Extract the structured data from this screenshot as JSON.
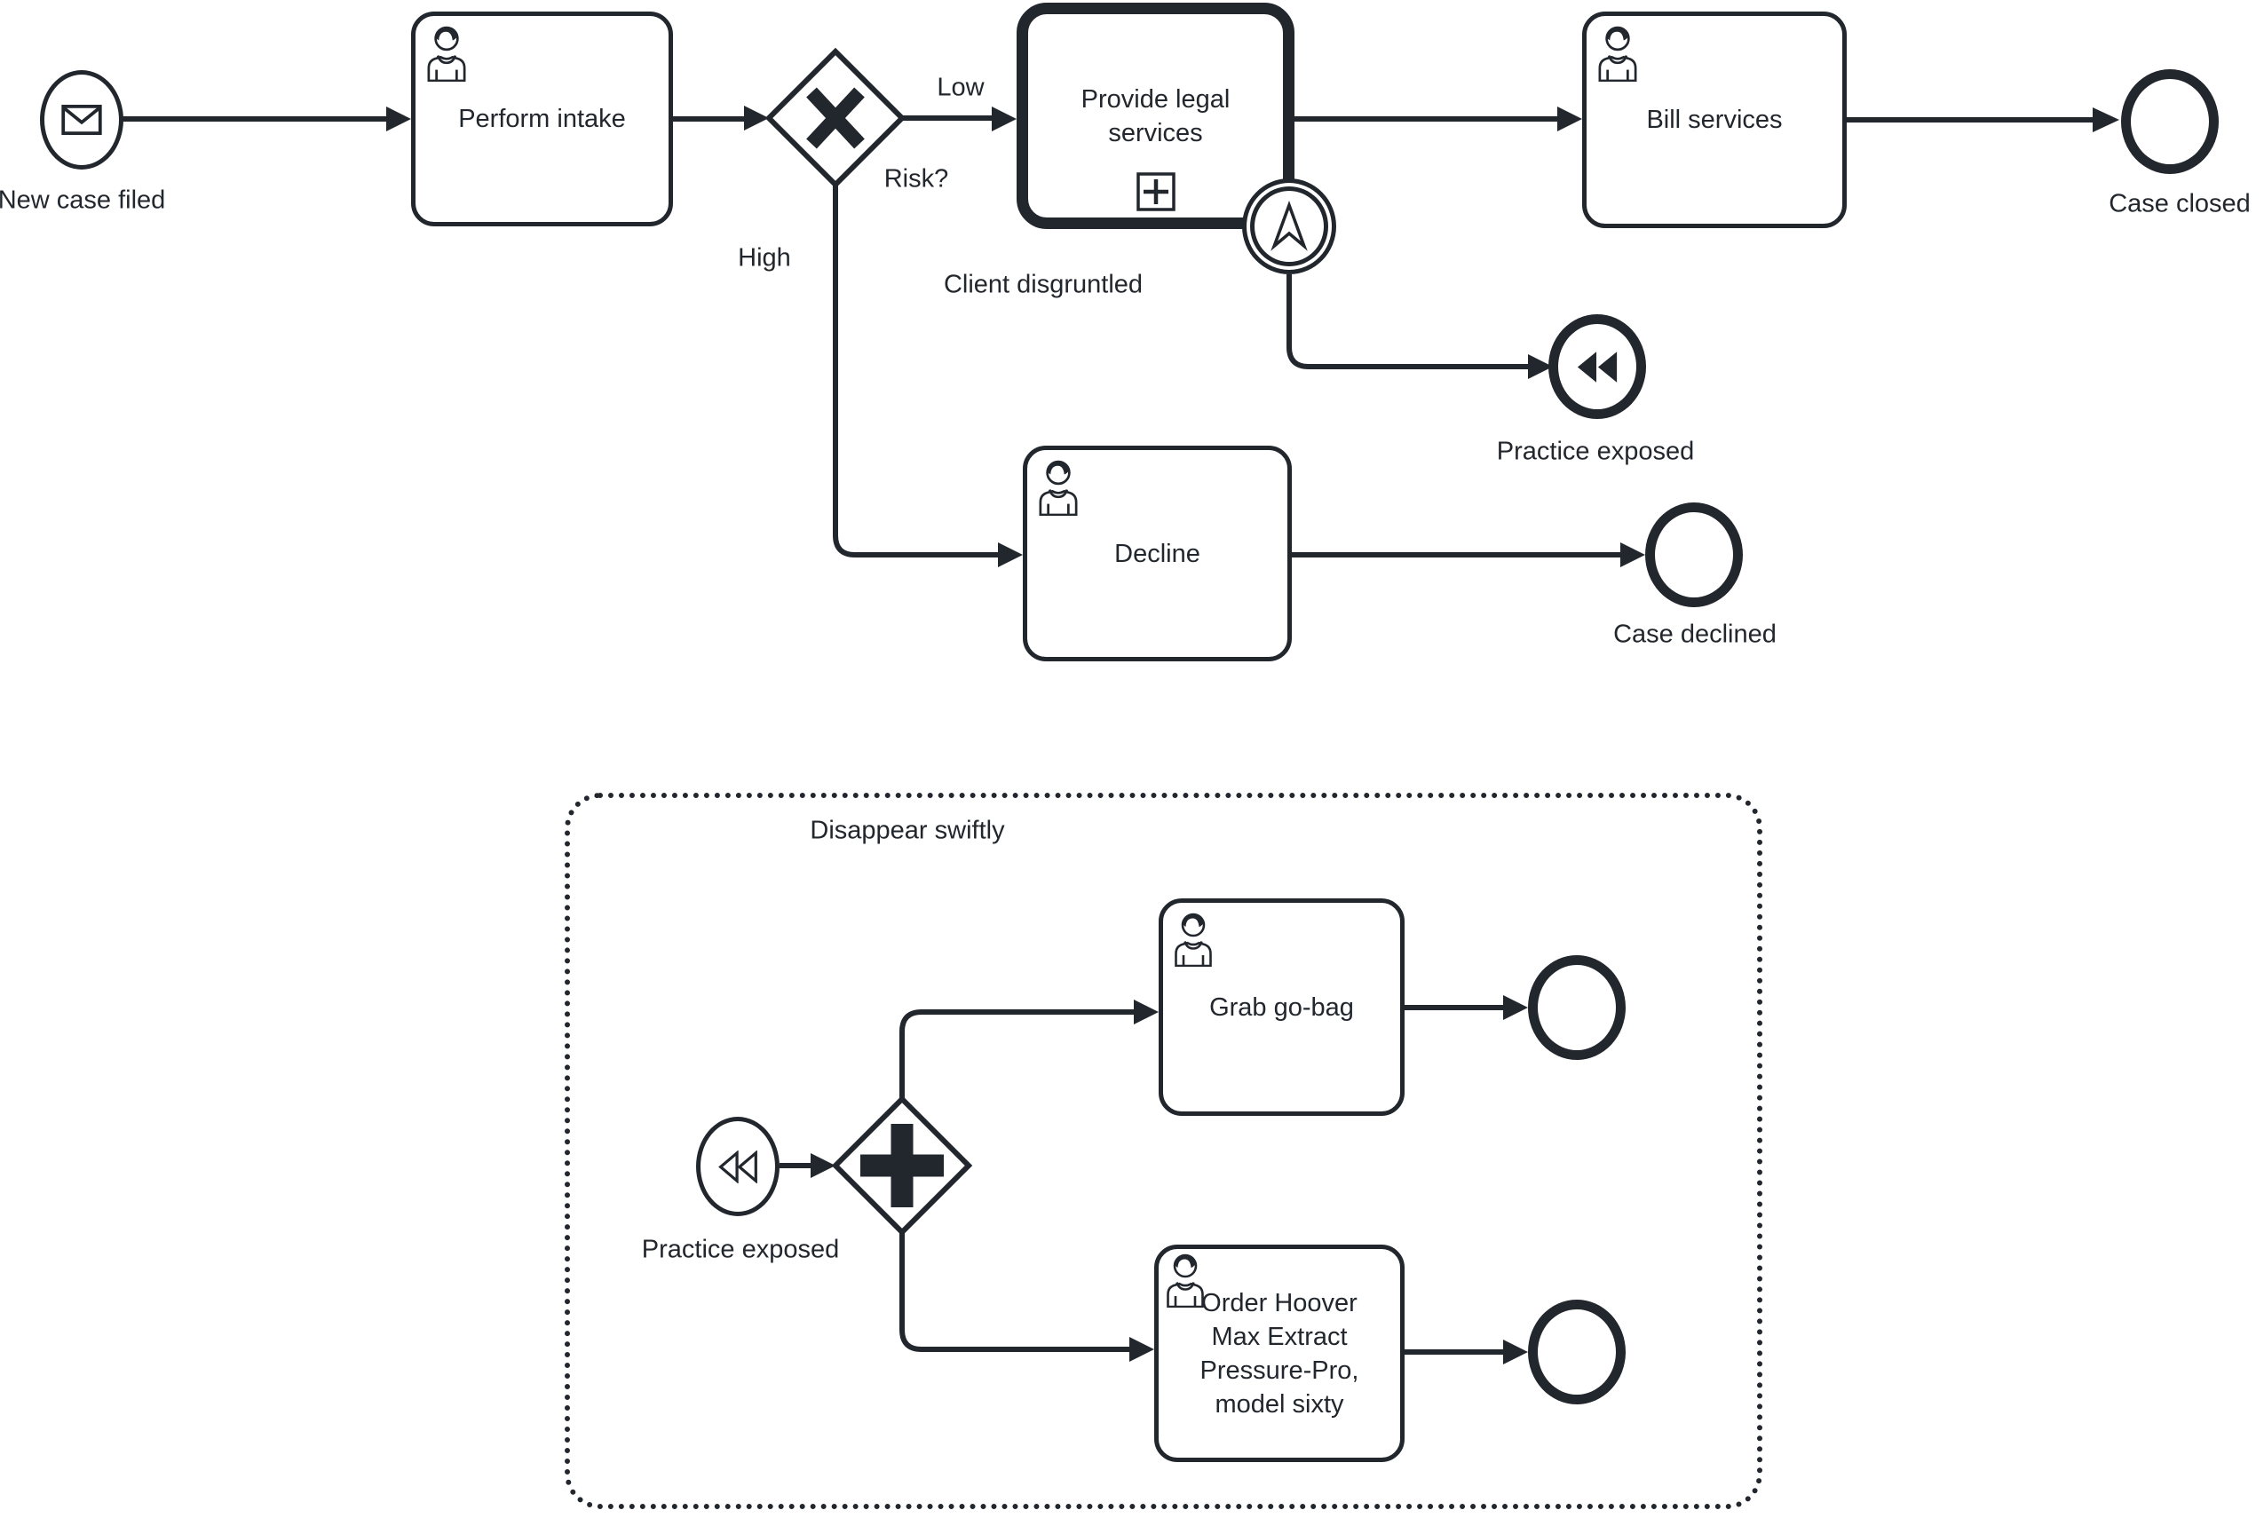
{
  "colors": {
    "ink": "#22262d",
    "background": "#ffffff"
  },
  "diagram": {
    "start_main": {
      "label": "New case filed",
      "icon": "message-envelope-icon"
    },
    "task_perform_intake": {
      "label": "Perform intake",
      "icon": "user-icon"
    },
    "gateway_risk": {
      "label": "Risk?",
      "type": "exclusive-gateway"
    },
    "flow_low": {
      "label": "Low"
    },
    "flow_high": {
      "label": "High"
    },
    "subprocess_provide_legal": {
      "label": "Provide legal services",
      "marker": "collapsed-plus-marker"
    },
    "boundary_client_disgruntled": {
      "label": "Client disgruntled",
      "icon": "escalation-arrow-icon"
    },
    "task_bill_services": {
      "label": "Bill services",
      "icon": "user-icon"
    },
    "end_case_closed": {
      "label": "Case closed"
    },
    "end_practice_exposed": {
      "label": "Practice exposed",
      "icon": "rewind-icon"
    },
    "task_decline": {
      "label": "Decline",
      "icon": "user-icon"
    },
    "end_case_declined": {
      "label": "Case declined"
    },
    "group_disappear": {
      "label": "Disappear swiftly"
    },
    "start_practice_exposed": {
      "label": "Practice exposed",
      "icon": "rewind-icon"
    },
    "gateway_parallel": {
      "type": "parallel-gateway"
    },
    "task_grab_gobag": {
      "label": "Grab go-bag",
      "icon": "user-icon"
    },
    "task_order_hoover": {
      "label": "Order Hoover Max Extract Pressure-Pro, model sixty",
      "icon": "user-icon"
    }
  }
}
